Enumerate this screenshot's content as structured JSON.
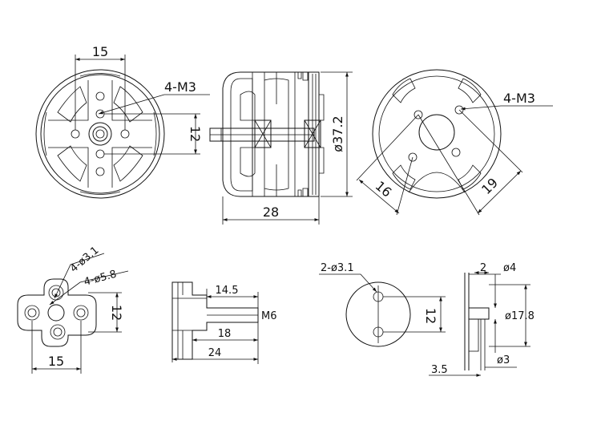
{
  "views": {
    "front_left": {
      "width_dim": "15",
      "height_dim": "12",
      "thread_callout": "4-M3"
    },
    "side": {
      "length_dim": "28",
      "diameter_dim": "ø37.2"
    },
    "front_right": {
      "thread_callout": "4-M3",
      "pitch_small": "16",
      "pitch_large": "19"
    },
    "mount_a": {
      "hole_small": "4-ø3.1",
      "hole_large": "4-ø5.8",
      "height_dim": "12",
      "width_dim": "15"
    },
    "prop_adapter": {
      "thread_len": "14.5",
      "thread": "M6",
      "shank_len": "18",
      "total_len": "24"
    },
    "mount_b": {
      "hole_callout": "2-ø3.1",
      "height_dim": "12"
    },
    "shaft_section": {
      "top_len": "2",
      "top_dia": "ø4",
      "mid_dia": "ø17.8",
      "bottom_len": "3.5",
      "bottom_dia": "ø3"
    }
  }
}
